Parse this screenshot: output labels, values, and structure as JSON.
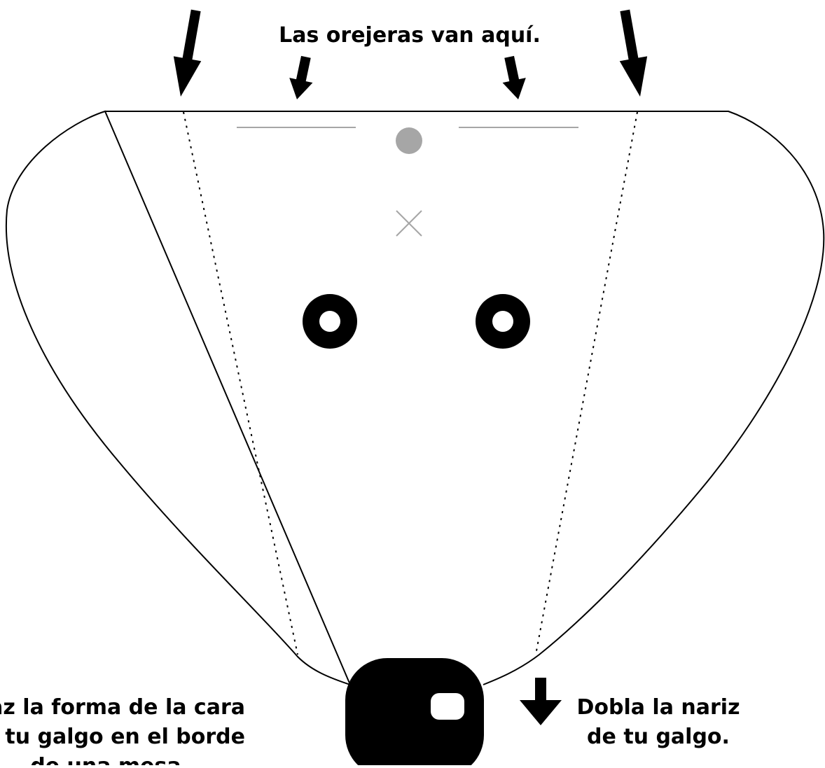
{
  "labels": {
    "ears": "Las orejeras van aquí.",
    "trace_line1": "az la forma de la cara",
    "trace_line2": "e tu galgo en el borde",
    "trace_line3": "de una mesa.",
    "fold_line1": "Dobla la nariz",
    "fold_line2": "de tu galgo."
  },
  "colors": {
    "ink": "#000000",
    "guide_gray": "#a6a6a6",
    "paper": "#ffffff"
  },
  "icons": [
    "arrow-down-icon",
    "nose-icon",
    "eye-icon",
    "cross-mark-icon",
    "dot-icon"
  ]
}
